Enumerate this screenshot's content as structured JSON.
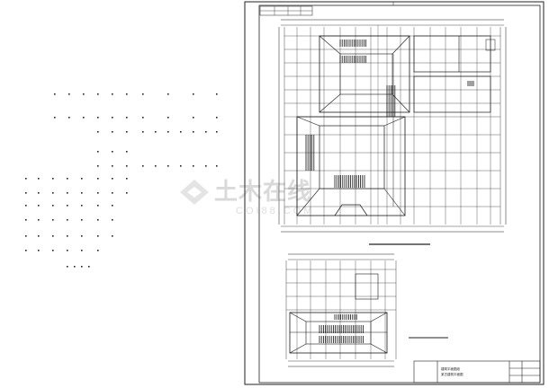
{
  "drawing": {
    "title_block_lines": [
      "建筑平面图纸",
      "某古建筑平面图"
    ],
    "watermark_cn": "土木在线",
    "watermark_en": "COI88.COM"
  },
  "colors": {
    "line": "#1a1a1a",
    "paper": "#ffffff",
    "watermark": "#9a9a9a"
  }
}
